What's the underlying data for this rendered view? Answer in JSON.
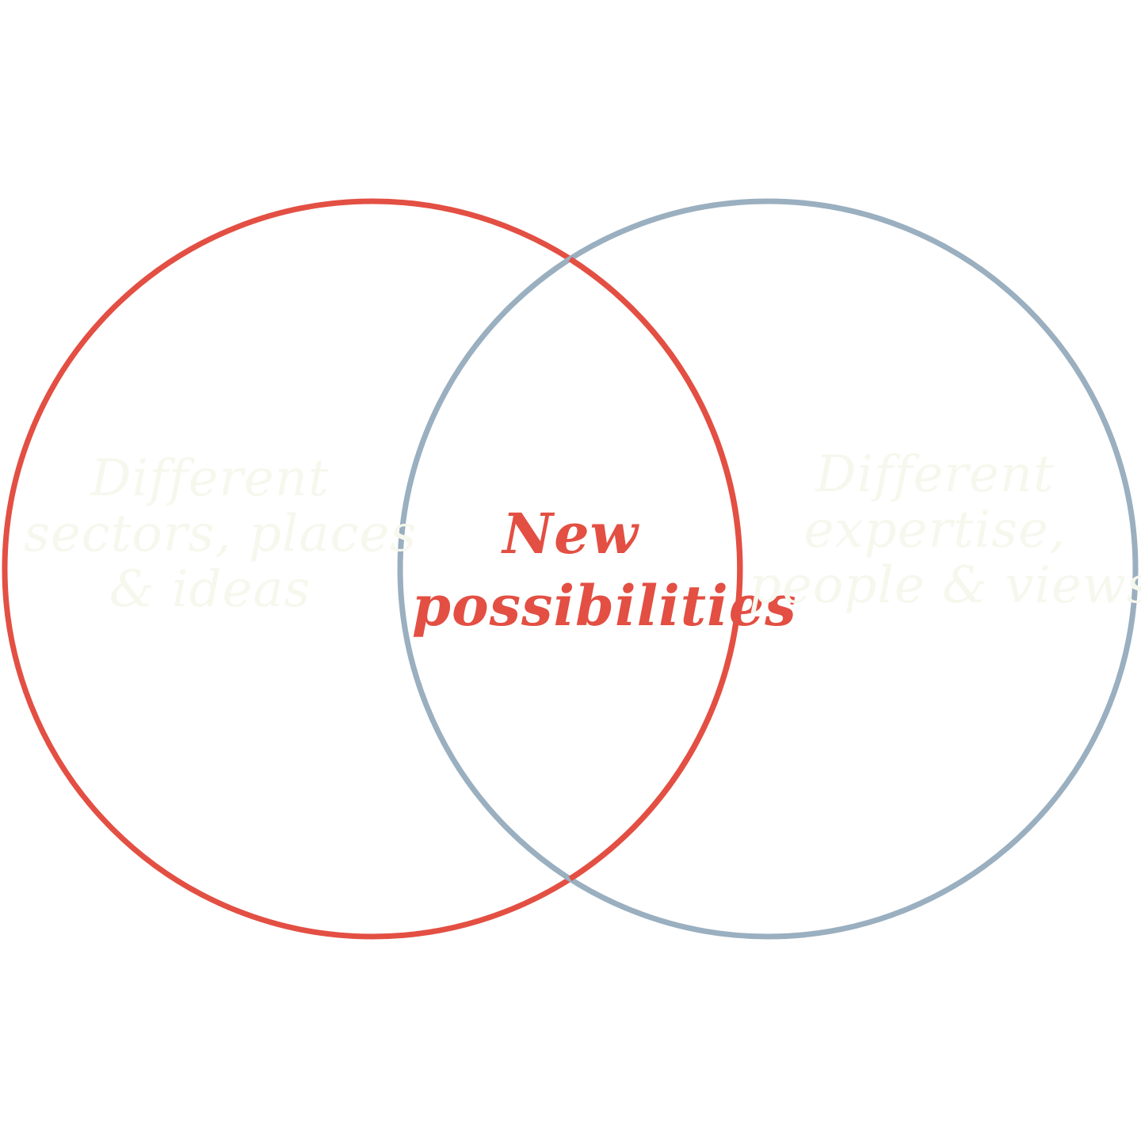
{
  "colors": {
    "left_circle": "#e34f43",
    "right_circle": "#9aafbf",
    "center_text": "#e34f43",
    "side_text": "#f6f8ee"
  },
  "left": {
    "line1": "Different",
    "line2": "sectors, places",
    "line3": "& ideas"
  },
  "center": {
    "line1": "New",
    "line2": "possibilities"
  },
  "right": {
    "line1": "Different",
    "line2": "expertise,",
    "line3": "people & views"
  }
}
